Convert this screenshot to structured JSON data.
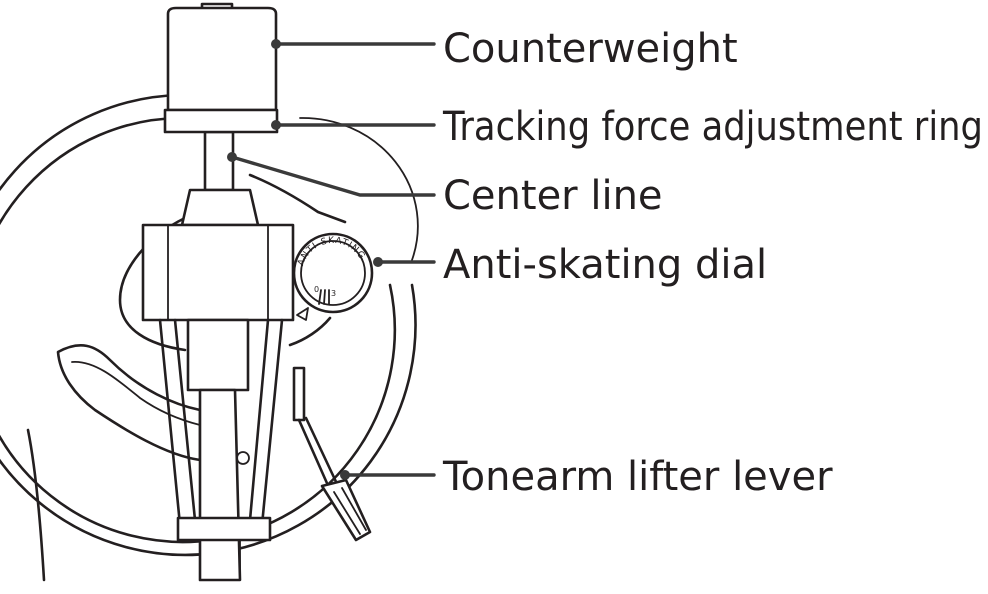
{
  "diagram": {
    "callouts": [
      {
        "id": "counterweight",
        "label": "Counterweight"
      },
      {
        "id": "tracking-force-ring",
        "label": "Tracking force adjustment ring"
      },
      {
        "id": "center-line",
        "label": "Center line"
      },
      {
        "id": "anti-skating-dial",
        "label": "Anti-skating dial"
      },
      {
        "id": "tonearm-lifter-lever",
        "label": "Tonearm lifter lever"
      }
    ],
    "dial": {
      "text": "ANTI-SKATING",
      "scale_0": "0",
      "scale_3": "3"
    }
  }
}
